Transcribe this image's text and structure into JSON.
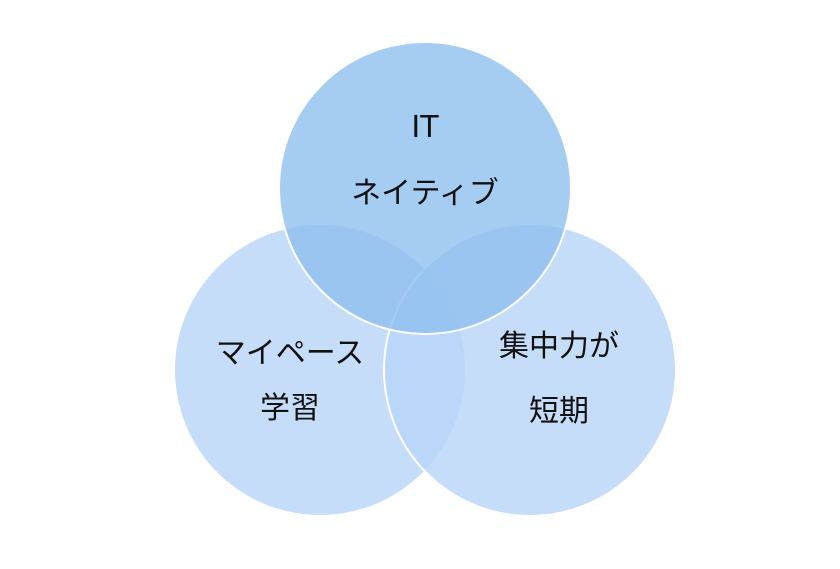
{
  "colors": {
    "top_circle": "#8fbfee",
    "left_circle": "#b6d5f7",
    "right_circle": "#b6d5f7",
    "circle_stroke": "#ffffff",
    "text": "#111111",
    "background": "#ffffff"
  },
  "circles": {
    "top": {
      "line1": "IT",
      "line2": "ネイティブ"
    },
    "left": {
      "line1": "マイペース",
      "line2": "学習"
    },
    "right": {
      "line1": "集中力が",
      "line2": "短期"
    }
  }
}
